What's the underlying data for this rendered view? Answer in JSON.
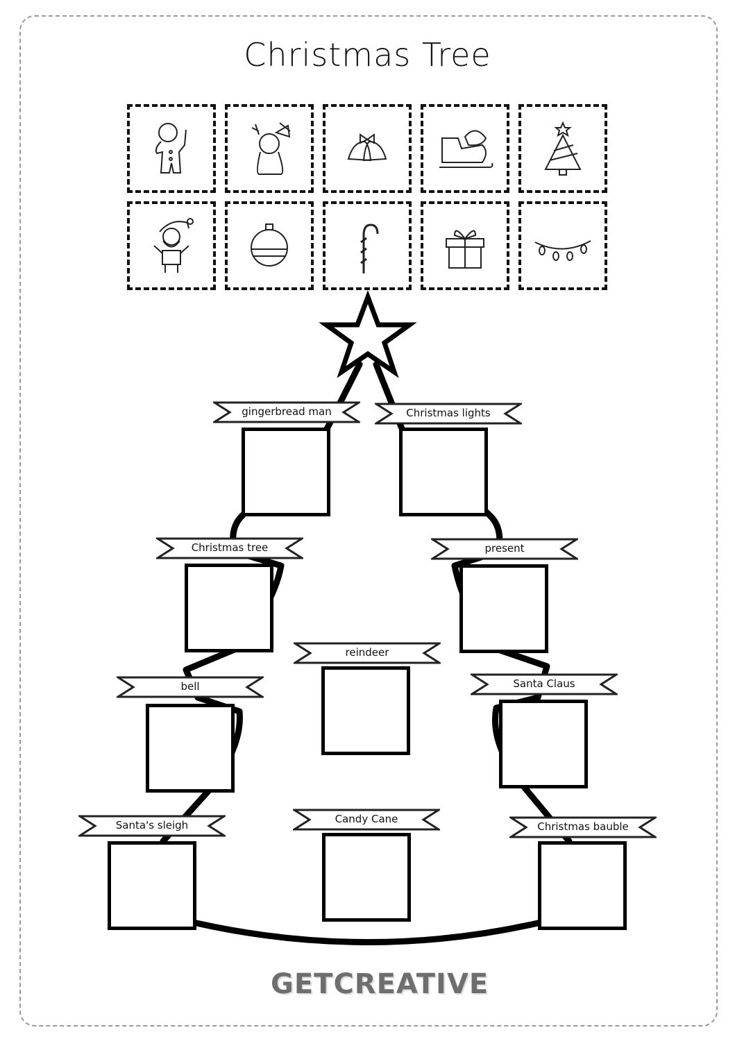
{
  "title": "Christmas Tree",
  "cards": [
    {
      "icon": "gingerbread-man-icon"
    },
    {
      "icon": "reindeer-icon"
    },
    {
      "icon": "bells-icon"
    },
    {
      "icon": "sleigh-icon"
    },
    {
      "icon": "christmas-tree-icon"
    },
    {
      "icon": "santa-claus-icon"
    },
    {
      "icon": "bauble-icon"
    },
    {
      "icon": "candy-cane-icon"
    },
    {
      "icon": "present-icon"
    },
    {
      "icon": "christmas-lights-icon"
    }
  ],
  "labels": [
    "gingerbread man",
    "Christmas lights",
    "Christmas tree",
    "present",
    "reindeer",
    "bell",
    "Santa Claus",
    "Santa's sleigh",
    "Candy Cane",
    "Christmas bauble"
  ],
  "logo": "GETCREATIVE"
}
